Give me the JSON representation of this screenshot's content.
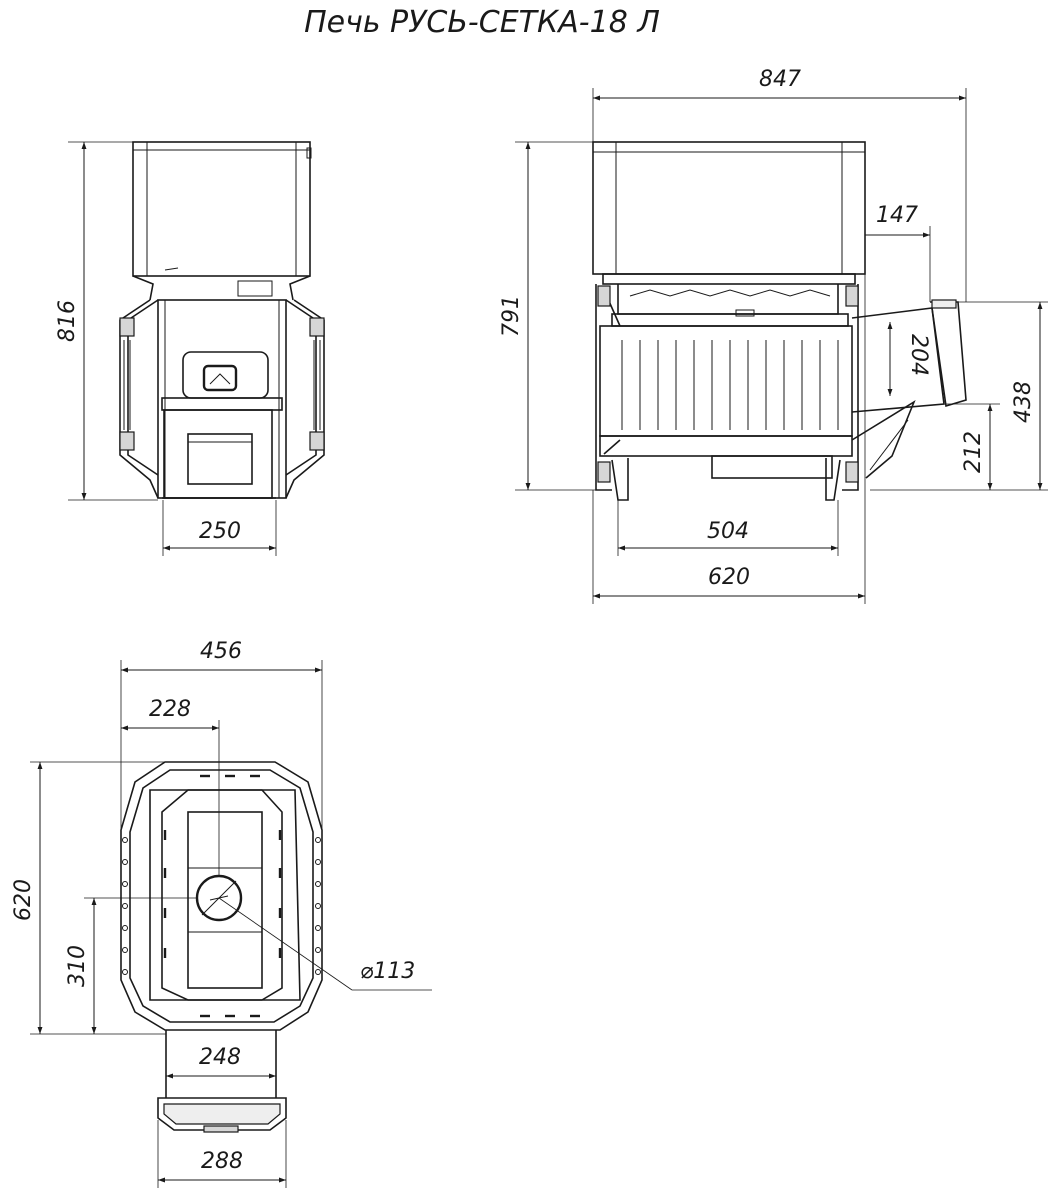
{
  "title": "Печь РУСЬ-СЕТКА-18 Л",
  "front_view": {
    "height": "816",
    "width": "250"
  },
  "side_view": {
    "overall_width": "847",
    "height": "791",
    "chimney_offset": "147",
    "pipe_size": "204",
    "pipe_height": "438",
    "pipe_lower": "212",
    "legs_span": "504",
    "body_width": "620"
  },
  "top_view": {
    "overall_width": "456",
    "half_width": "228",
    "depth": "620",
    "half_depth": "310",
    "flue_diameter": "⌀113",
    "door_inner": "248",
    "door_outer": "288"
  }
}
